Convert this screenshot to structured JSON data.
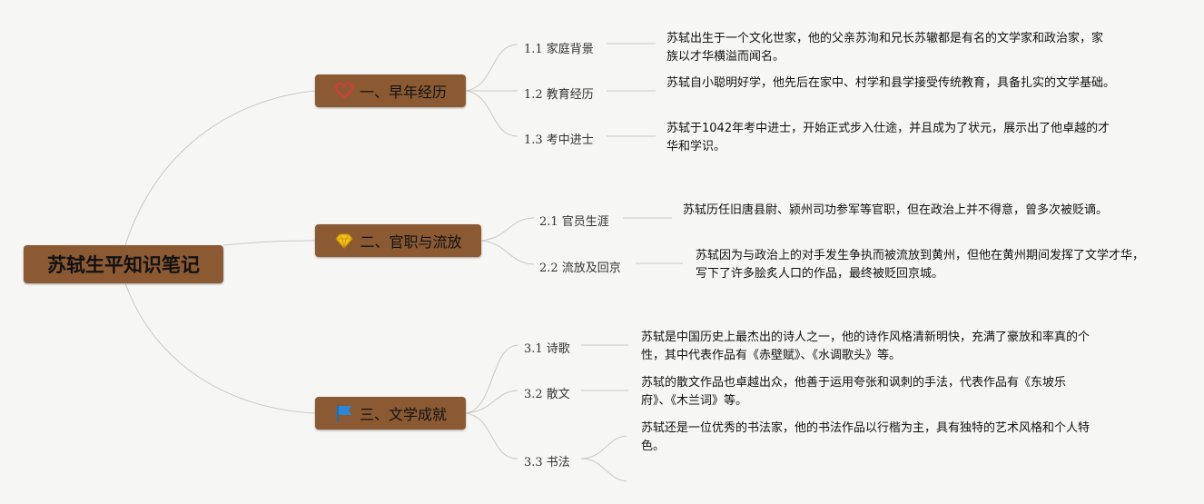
{
  "root": {
    "title": "苏轼生平知识笔记"
  },
  "colors": {
    "node_fill": "#8b5a33",
    "link": "#c8c8c8",
    "background": "#f6f6f4"
  },
  "branches": [
    {
      "label": "一、早年经历",
      "icon": "heart-icon",
      "children": [
        {
          "label": "1.1 家庭背景",
          "desc": "苏轼出生于一个文化世家，他的父亲苏洵和兄长苏辙都是有名的文学家和政治家，家族以才华横溢而闻名。"
        },
        {
          "label": "1.2 教育经历",
          "desc": "苏轼自小聪明好学，他先后在家中、村学和县学接受传统教育，具备扎实的文学基础。"
        },
        {
          "label": "1.3 考中进士",
          "desc": "苏轼于1042年考中进士，开始正式步入仕途，并且成为了状元，展示出了他卓越的才华和学识。"
        }
      ]
    },
    {
      "label": "二、官职与流放",
      "icon": "diamond-icon",
      "children": [
        {
          "label": "2.1 官员生涯",
          "desc": "苏轼历任旧唐县尉、颍州司功参军等官职，但在政治上并不得意，曾多次被贬谪。"
        },
        {
          "label": "2.2 流放及回京",
          "desc": "苏轼因为与政治上的对手发生争执而被流放到黄州，但他在黄州期间发挥了文学才华，写下了许多脍炙人口的作品，最终被贬回京城。"
        }
      ]
    },
    {
      "label": "三、文学成就",
      "icon": "flag-icon",
      "children": [
        {
          "label": "3.1 诗歌",
          "desc": "苏轼是中国历史上最杰出的诗人之一，他的诗作风格清新明快，充满了豪放和率真的个性，其中代表作品有《赤壁赋》、《水调歌头》等。"
        },
        {
          "label": "3.2 散文",
          "desc": "苏轼的散文作品也卓越出众，他善于运用夸张和讽刺的手法，代表作品有《东坡乐府》、《木兰词》等。"
        },
        {
          "label": "3.3 书法",
          "desc": "苏轼还是一位优秀的书法家，他的书法作品以行楷为主，具有独特的艺术风格和个人特色。"
        }
      ]
    }
  ]
}
